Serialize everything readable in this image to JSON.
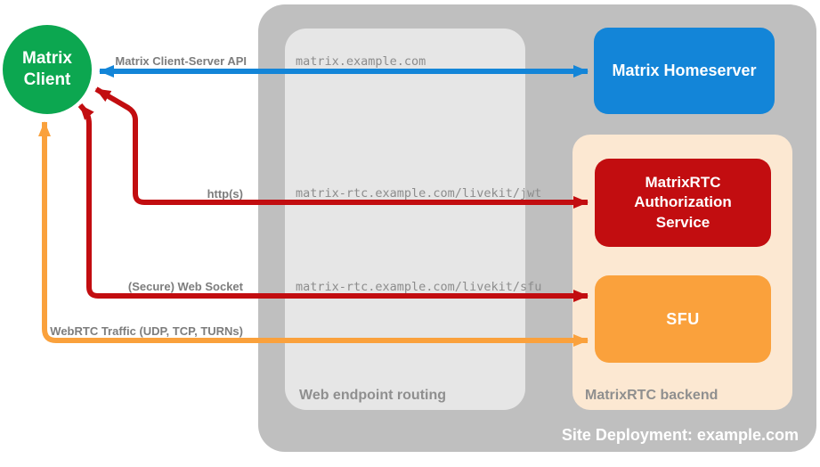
{
  "diagram": {
    "background_color": "#ffffff",
    "nodes": {
      "client": {
        "label": "Matrix Client",
        "color": "#0ca750"
      },
      "homeserver": {
        "label": "Matrix Homeserver",
        "color": "#1385d8"
      },
      "auth_service": {
        "label": "MatrixRTC Authorization Service",
        "color": "#c20d10"
      },
      "sfu": {
        "label": "SFU",
        "color": "#faa13c"
      }
    },
    "containers": {
      "site_deployment": {
        "label": "Site Deployment: example.com",
        "color": "#bfbfbf"
      },
      "web_endpoint_routing": {
        "label": "Web endpoint routing",
        "color": "#e6e6e6"
      },
      "matrixrtc_backend": {
        "label": "MatrixRTC backend",
        "color": "#fce8d2"
      }
    },
    "connections": [
      {
        "protocol": "Matrix Client-Server API",
        "endpoint": "matrix.example.com",
        "color": "#1385d8",
        "from": "client",
        "to": "homeserver",
        "bidirectional": true
      },
      {
        "protocol": "http(s)",
        "endpoint": "matrix-rtc.example.com/livekit/jwt",
        "color": "#c20d10",
        "from": "client",
        "to": "auth_service",
        "bidirectional": true
      },
      {
        "protocol": "(Secure) Web Socket",
        "endpoint": "matrix-rtc.example.com/livekit/sfu",
        "color": "#c20d10",
        "from": "client",
        "to": "sfu",
        "bidirectional": true
      },
      {
        "protocol": "WebRTC Traffic (UDP, TCP, TURNs)",
        "endpoint": "",
        "color": "#faa13c",
        "from": "client",
        "to": "sfu",
        "bidirectional": true
      }
    ]
  }
}
